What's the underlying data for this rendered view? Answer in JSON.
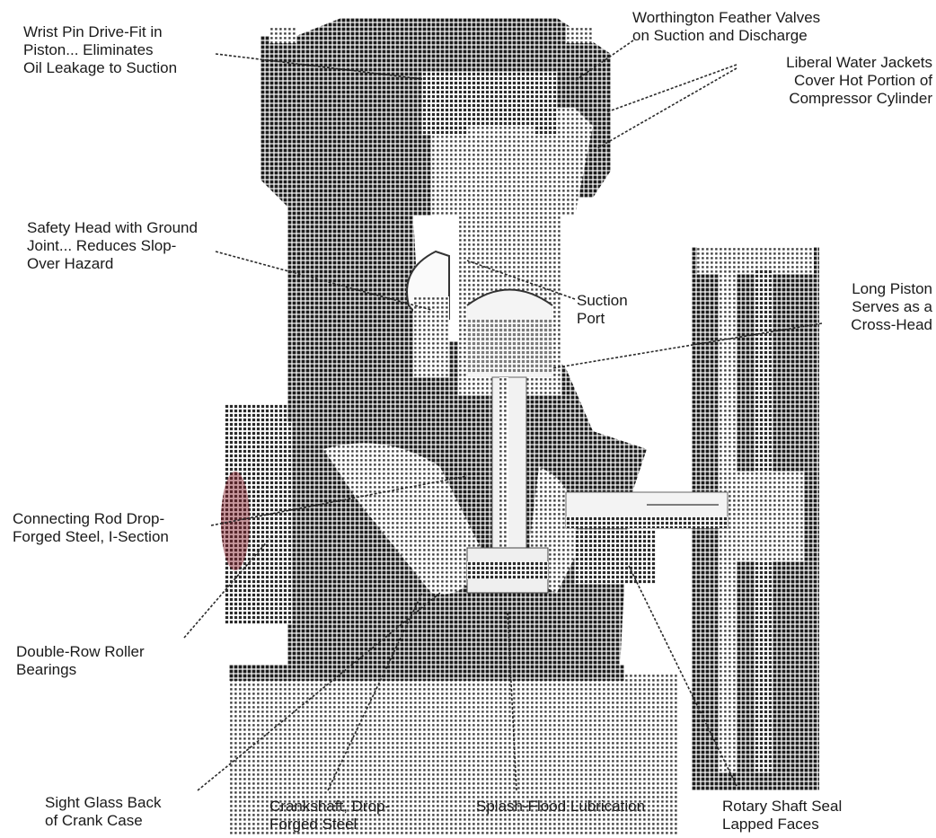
{
  "diagram": {
    "labels": {
      "wrist_pin": [
        "Wrist Pin Drive-Fit in",
        "Piston... Eliminates",
        "Oil Leakage to Suction"
      ],
      "feather_valves": [
        "Worthington Feather Valves",
        "on Suction and Discharge"
      ],
      "water_jackets": [
        "Liberal Water Jackets",
        "Cover Hot Portion of",
        "Compressor Cylinder"
      ],
      "safety_head": [
        "Safety Head with Ground",
        "Joint... Reduces Slop-",
        "Over Hazard"
      ],
      "suction_port": [
        "Suction",
        "Port"
      ],
      "long_piston": [
        "Long Piston",
        "Serves as a",
        "Cross-Head"
      ],
      "connecting_rod": [
        "Connecting Rod Drop-",
        "Forged Steel, I-Section"
      ],
      "roller_bearings": [
        "Double-Row Roller",
        "Bearings"
      ],
      "sight_glass": [
        "Sight Glass Back",
        "of Crank Case"
      ],
      "crankshaft": [
        "Crankshaft, Drop-",
        "Forged Steel"
      ],
      "lubrication": [
        "Splash-Flood Lubrication"
      ],
      "shaft_seal": [
        "Rotary Shaft Seal",
        "Lapped Faces"
      ]
    }
  }
}
